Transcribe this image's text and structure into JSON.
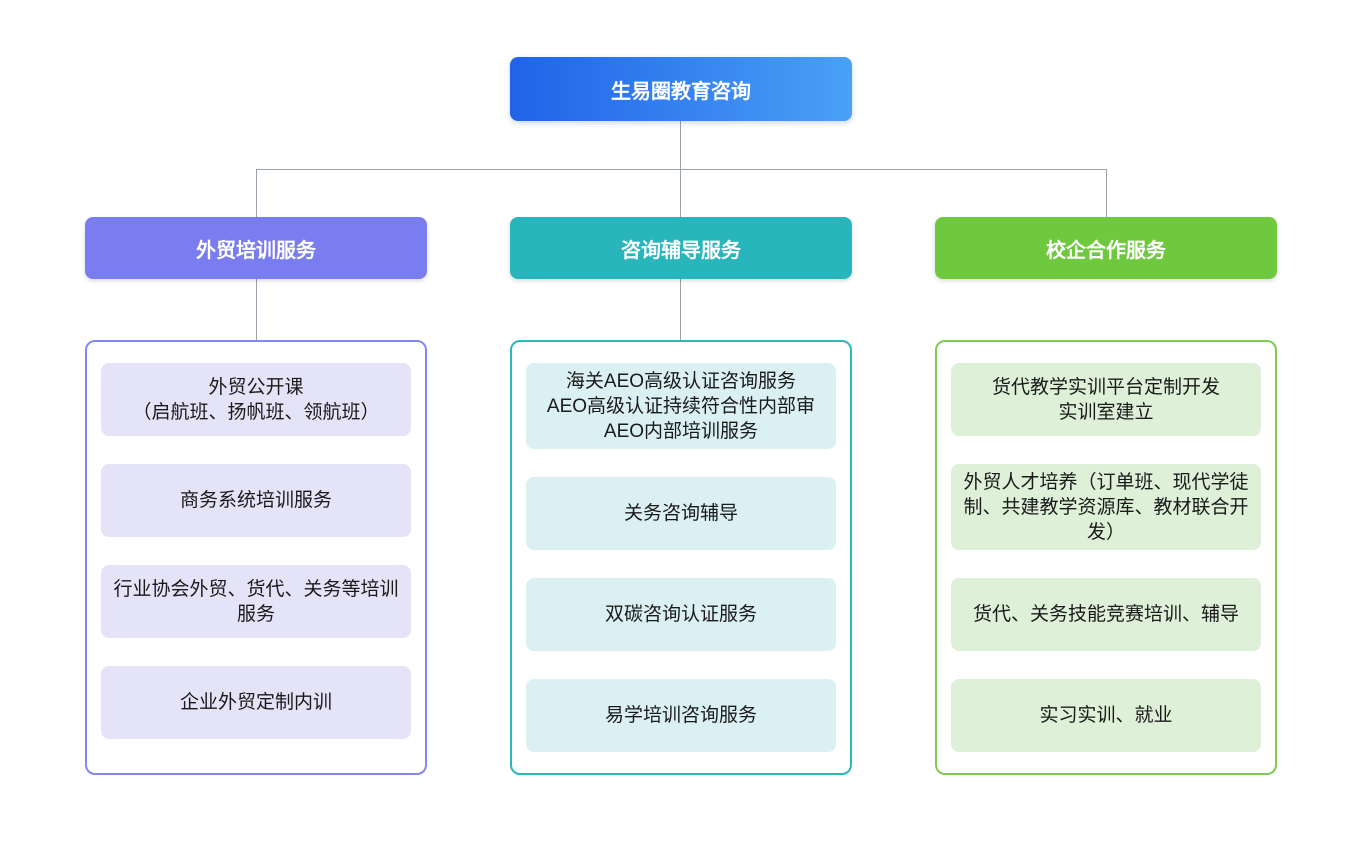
{
  "root": {
    "label": "生易圈教育咨询",
    "gradient": {
      "from": "#2063e8",
      "to": "#4aa0f6"
    }
  },
  "connector": {
    "color": "#9aa2ac"
  },
  "branches": [
    {
      "label": "外贸培训服务",
      "header_color": "#7a7df0",
      "border_color": "#8486f2",
      "item_bg": "#e5e3f8",
      "items": [
        "外贸公开课\n（启航班、扬帆班、领航班）",
        "商务系统培训服务",
        "行业协会外贸、货代、关务等培训服务",
        "企业外贸定制内训"
      ]
    },
    {
      "label": "咨询辅导服务",
      "header_color": "#28b5bc",
      "border_color": "#2ab8bd",
      "item_bg": "#dbf0f2",
      "items": [
        "海关AEO高级认证咨询服务\nAEO高级认证持续符合性内部审\nAEO内部培训服务",
        "关务咨询辅导",
        "双碳咨询认证服务",
        "易学培训咨询服务"
      ]
    },
    {
      "label": "校企合作服务",
      "header_color": "#6ec93e",
      "border_color": "#7fcb52",
      "item_bg": "#def1d8",
      "items": [
        "货代教学实训平台定制开发\n实训室建立",
        "外贸人才培养（订单班、现代学徒制、共建教学资源库、教材联合开发）",
        "货代、关务技能竞赛培训、辅导",
        "实习实训、就业"
      ]
    }
  ]
}
